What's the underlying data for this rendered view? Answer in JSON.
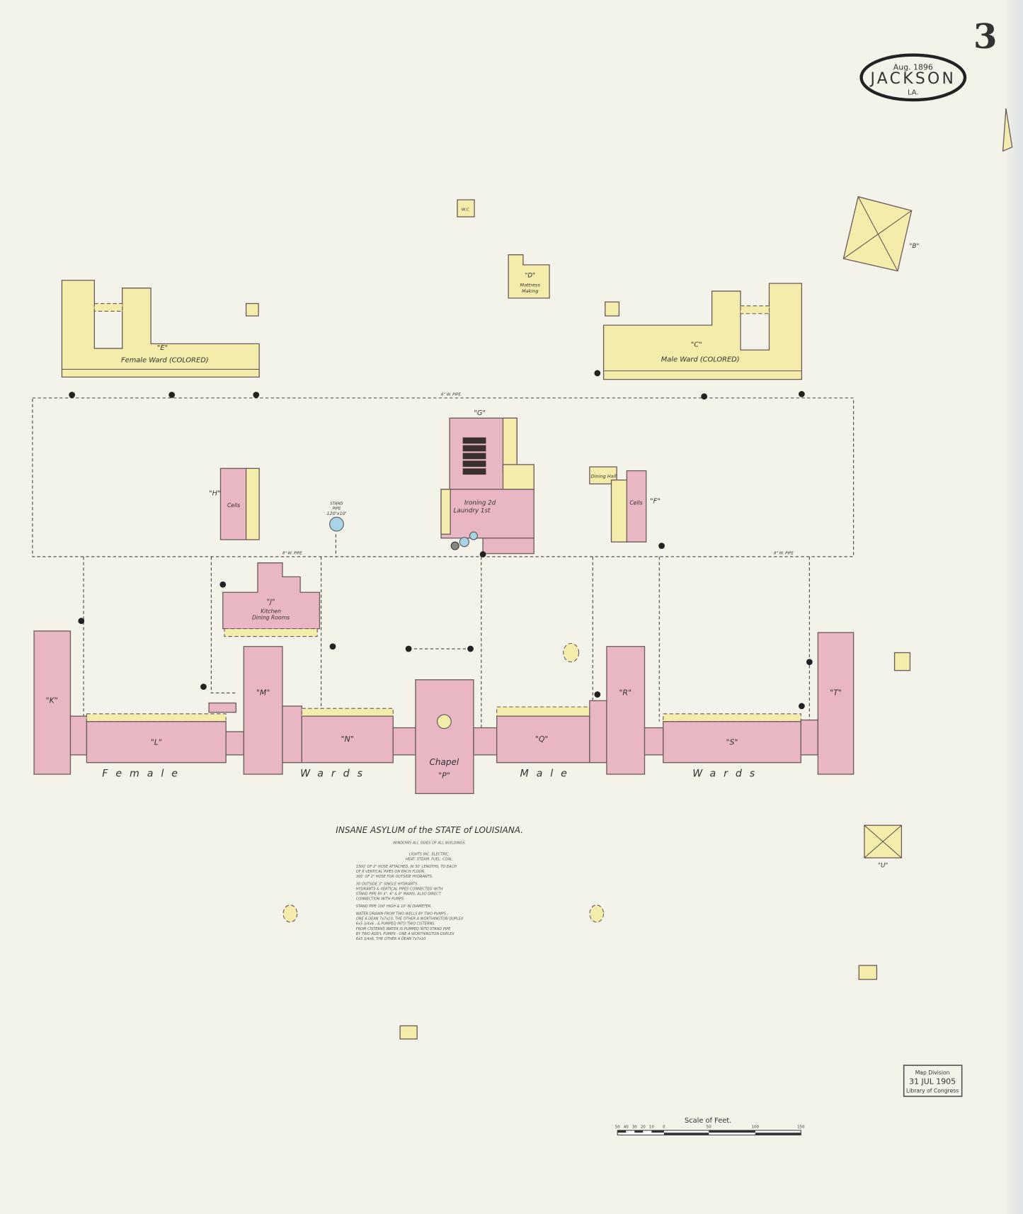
{
  "sheet": {
    "page_number": "3",
    "cartouche": {
      "date": "Aug. 1896",
      "town": "JACKSON",
      "state": "LA."
    },
    "title": "INSANE ASYLUM of the STATE of LOUISIANA.",
    "notes": [
      "WINDOWS ALL SIDES OF ALL BUILDINGS.",
      "LIGHTS INC. ELECTRIC.",
      "HEAT: STEAM. FUEL: COAL.",
      "1500' OF 2\" HOSE ATTACHED, IN 50' LENGTHS, TO EACH",
      "OF 8 VERTICAL PIPES ON EACH FLOOR.",
      "300' OF 2\" HOSE FOR OUTSIDE HYDRANTS.",
      "30 OUTSIDE 3\" SINGLE HYDRANTS.",
      "HYDRANTS & VERTICAL PIPES CONNECTED WITH",
      "STAND PIPE BY 4\", 6\" & 8\" MAINS, ALSO DIRECT",
      "CONNECTION WITH PUMPS.",
      "STAND PIPE 100' HIGH & 10' IN DIAMETER.",
      "WATER DRAWN FROM TWO WELLS BY TWO PUMPS -",
      "ONE A DEAN 7x7x10, THE OTHER A WORTHINGTON DUPLEX",
      "6x5 3/4x6 - & PUMPED INTO TWO CISTERNS.",
      "FROM CISTERNS WATER IS PUMPED INTO STAND PIPE",
      "BY TWO ADD'L PUMPS - ONE A WORTHINGTON DUPLEX",
      "6x5 3/4x6, THE OTHER A DEAN 7x7x10."
    ],
    "wing_labels": {
      "female": "Female",
      "wards1": "Wards",
      "male": "Male",
      "wards2": "Wards"
    },
    "buildings": {
      "B": "\"B\"",
      "C": "\"C\"",
      "C_desc": "Male Ward (COLORED)",
      "D": "\"D\"",
      "D_desc1": "Mattress",
      "D_desc2": "Making",
      "E": "\"E\"",
      "E_desc": "Female Ward (COLORED)",
      "F": "\"F\"",
      "F_desc": "Cells",
      "G": "\"G\"",
      "G_desc1": "Ironing 2d",
      "G_desc2": "Laundry 1st",
      "H": "\"H\"",
      "H_desc": "Cells",
      "J": "\"J\"",
      "J_desc1": "Kitchen",
      "J_desc2": "Dining Rooms",
      "K": "\"K\"",
      "L": "\"L\"",
      "M": "\"M\"",
      "N": "\"N\"",
      "P": "\"P\"",
      "P_desc": "Chapel",
      "Q": "\"Q\"",
      "R": "\"R\"",
      "S": "\"S\"",
      "T": "\"T\"",
      "U": "\"U\"",
      "WC": "W.C.",
      "dining_hall": "Dining Hall"
    },
    "stand_pipe": {
      "line1": "STAND",
      "line2": "PIPE",
      "line3": "120'x10'"
    },
    "pipes": {
      "six": "6\" W. PIPE",
      "eight": "8\" W. PIPE"
    },
    "stamp": {
      "line1": "Map Division",
      "line2": "31 JUL 1905",
      "line3": "Library of Congress"
    },
    "scale": {
      "title": "Scale of Feet.",
      "ticks": [
        "50",
        "40",
        "30",
        "20",
        "10",
        "0",
        "50",
        "100",
        "150"
      ]
    },
    "colors": {
      "brick": "#e9b6c3",
      "frame": "#f3ecaa",
      "water": "#a8d4e6"
    }
  }
}
